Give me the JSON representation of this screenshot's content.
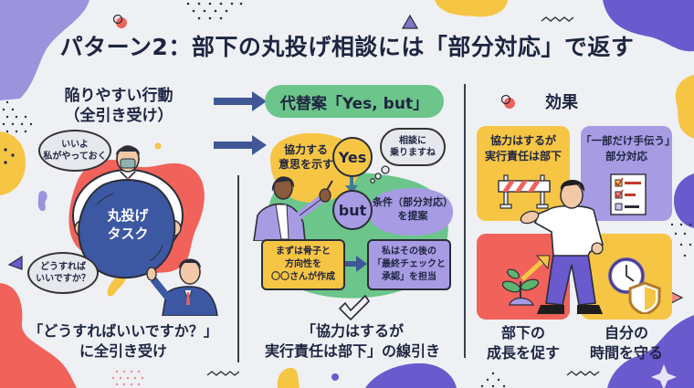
{
  "title": "パターン2：部下の丸投げ相談には「部分対応」で返す",
  "colors": {
    "background": "#eef0f4",
    "navy": "#1e2540",
    "arrow_blue": "#3f5796",
    "green": "#6cc58a",
    "yellow": "#f6c544",
    "purple": "#a79be3",
    "deep_purple": "#6a5acd",
    "coral": "#f0625a",
    "bag_blue": "#3d58a3"
  },
  "left": {
    "heading_line1": "陥りやすい行動",
    "heading_line2": "（全引き受け）",
    "boss_bubble_line1": "いいよ",
    "boss_bubble_line2": "私がやっておく",
    "bag_line1": "丸投げ",
    "bag_line2": "タスク",
    "sub_bubble_line1": "どうすれば",
    "sub_bubble_line2": "いいですか？",
    "caption_line1": "「どうすればいいですか？」",
    "caption_line2": "に全引き受け"
  },
  "middle": {
    "heading": "代替案「Yes, but」",
    "yes_desc_line1": "協力する",
    "yes_desc_line2": "意思を示す",
    "yes_label": "Yes",
    "thought_line1": "相談に",
    "thought_line2": "乗りますね",
    "but_label": "but",
    "but_desc_line1": "条件（部分対応）",
    "but_desc_line2": "を提案",
    "step1_line1": "まずは骨子と",
    "step1_line2": "方向性を",
    "step1_line3": "〇〇さんが作成",
    "step2_line1": "私はその後の",
    "step2_line2": "「最終チェックと",
    "step2_line3": "承認」を担当",
    "caption_line1": "「協力はするが",
    "caption_line2": "実行責任は部下」の線引き"
  },
  "right": {
    "heading": "効果",
    "card1_line1": "協力はするが",
    "card1_line2": "実行責任は部下",
    "card2_line1": "「一部だけ手伝う」",
    "card2_line2": "部分対応",
    "card3_caption_line1": "部下の",
    "card3_caption_line2": "成長を促す",
    "card4_caption_line1": "自分の",
    "card4_caption_line2": "時間を守る"
  }
}
